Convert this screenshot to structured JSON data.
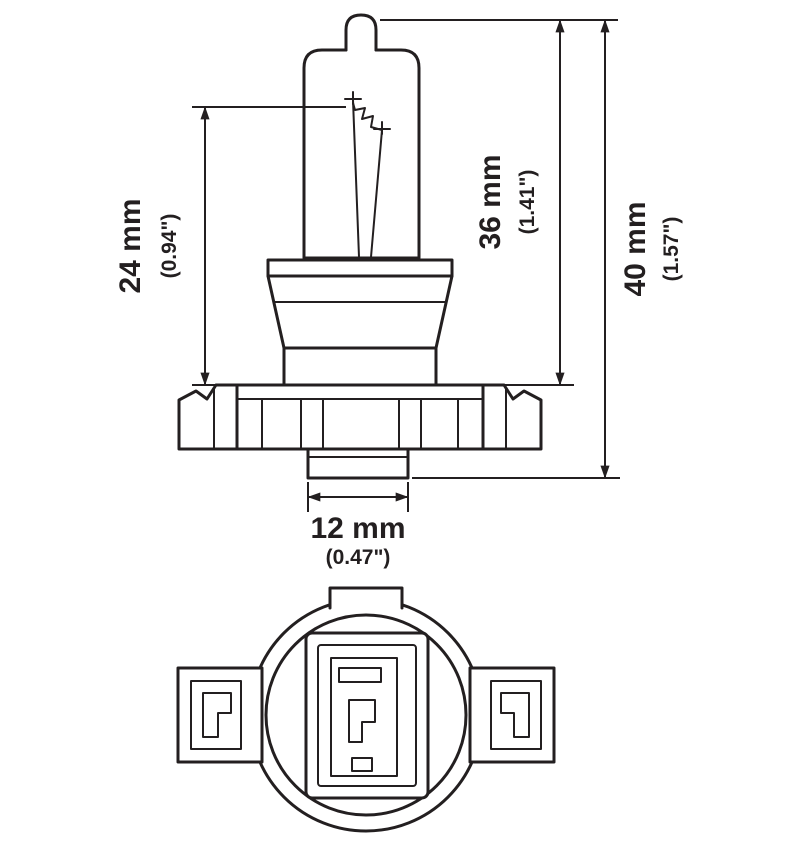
{
  "colors": {
    "line": "#231f20",
    "background": "#ffffff"
  },
  "dimensions": {
    "d24": {
      "label": "24 mm",
      "inches": "(0.94\")"
    },
    "d36": {
      "label": "36 mm",
      "inches": "(1.41\")"
    },
    "d40": {
      "label": "40 mm",
      "inches": "(1.57\")"
    },
    "d12": {
      "label": "12 mm",
      "inches": "(0.47\")"
    }
  }
}
